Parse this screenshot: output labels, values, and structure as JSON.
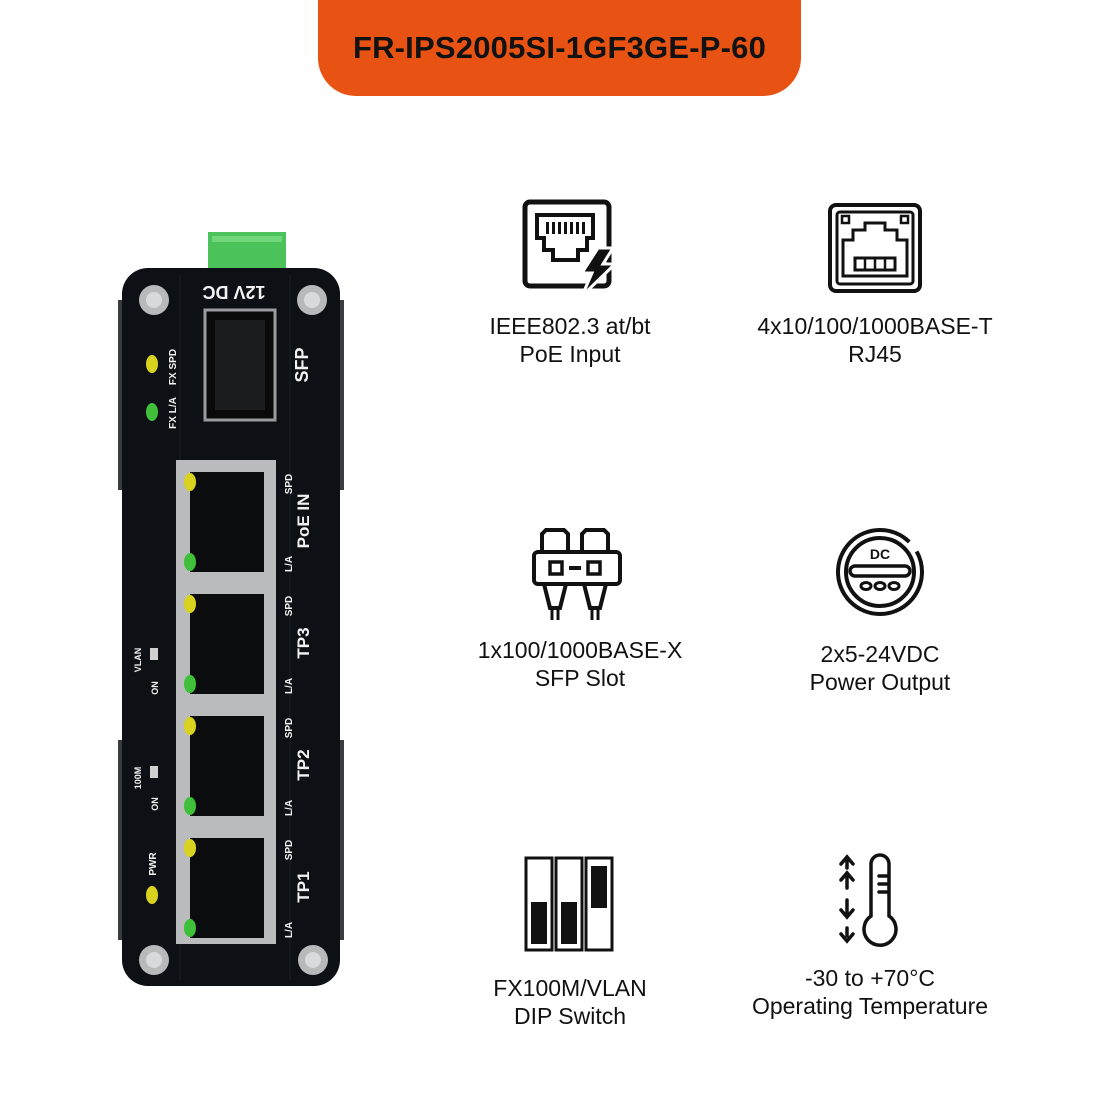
{
  "header": {
    "model": "FR-IPS2005SI-1GF3GE-P-60",
    "accent_color": "#e85314"
  },
  "device": {
    "power_label": "12V DC",
    "sfp_label": "SFP",
    "fx_spd_label": "FX SPD",
    "fx_la_label": "FX L/A",
    "ports": [
      {
        "name": "PoE IN",
        "spd": "SPD",
        "la": "L/A"
      },
      {
        "name": "TP3",
        "spd": "SPD",
        "la": "L/A"
      },
      {
        "name": "TP2",
        "spd": "SPD",
        "la": "L/A"
      },
      {
        "name": "TP1",
        "spd": "SPD",
        "la": "L/A"
      }
    ],
    "switch_vlan": {
      "label": "VLAN",
      "on": "ON"
    },
    "switch_100m": {
      "label": "100M",
      "on": "ON"
    },
    "pwr_label": "PWR",
    "led_colors": {
      "spd": "#d9d21e",
      "la": "#3fbf3a"
    },
    "terminal_color": "#4cc25a"
  },
  "features": [
    {
      "icon": "poe-input-icon",
      "line1": "IEEE802.3 at/bt",
      "line2": "PoE Input"
    },
    {
      "icon": "rj45-icon",
      "line1": "4x10/100/1000BASE-T",
      "line2": "RJ45"
    },
    {
      "icon": "sfp-module-icon",
      "line1": "1x100/1000BASE-X",
      "line2": "SFP Slot"
    },
    {
      "icon": "dc-power-icon",
      "line1": "2x5-24VDC",
      "line2": "Power Output"
    },
    {
      "icon": "dip-switch-icon",
      "line1": "FX100M/VLAN",
      "line2": "DIP Switch"
    },
    {
      "icon": "thermometer-icon",
      "line1": "-30 to +70°C",
      "line2": "Operating Temperature"
    }
  ]
}
